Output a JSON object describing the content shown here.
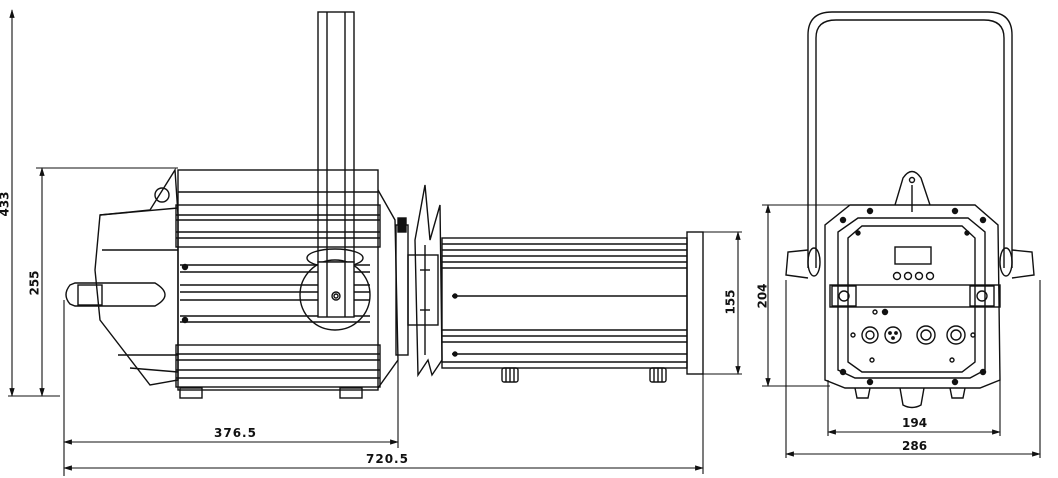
{
  "diagram": {
    "type": "technical-dimension-drawing",
    "subject": "Profile spotlight / ellipsoidal fixture — side view and rear view",
    "units": "mm",
    "stroke_color": "#111111",
    "background": "#ffffff"
  },
  "dimensions": {
    "total_height": "433",
    "body_height": "255",
    "body_length": "376.5",
    "total_length": "720.5",
    "lens_tube_height": "155",
    "rear_height": "204",
    "rear_inner_width": "194",
    "rear_total_width": "286"
  },
  "views": [
    {
      "name": "side-view",
      "parts": [
        "lamp-housing",
        "rear-cap",
        "yoke-arm",
        "yoke-knob",
        "gobo-slot",
        "lens-tube",
        "lens-knobs",
        "feet"
      ]
    },
    {
      "name": "rear-view",
      "parts": [
        "yoke",
        "handle",
        "control-panel",
        "display",
        "menu-buttons",
        "connectors",
        "feet"
      ]
    }
  ],
  "rear_panel": {
    "display_count": 1,
    "button_count": 4,
    "connectors": [
      "dmx-in",
      "dmx-out",
      "power-in",
      "power-out"
    ]
  }
}
